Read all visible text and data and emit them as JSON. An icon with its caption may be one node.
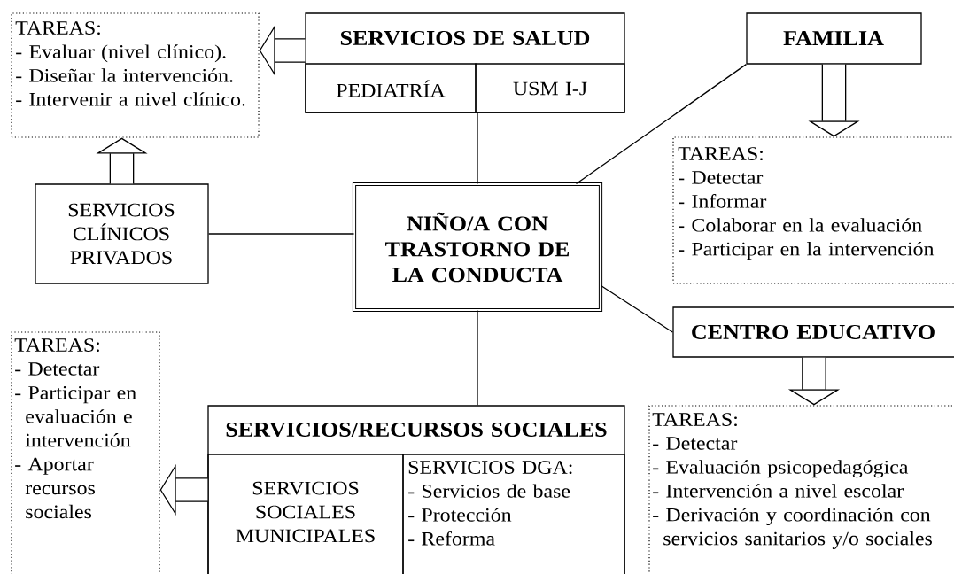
{
  "diagram": {
    "nodes": [
      {
        "text": [
          "SERVICIOS DE SALUD"
        ]
      },
      {
        "text": [
          "PEDIATRÍA"
        ],
        "in": 0
      },
      {
        "text": [
          "USM I-J"
        ],
        "in": 0
      },
      {
        "text": [
          "TAREAS:",
          "- Evaluar (nivel clínico).",
          "- Diseñar la intervención.",
          "- Intervenir a nivel clínico."
        ]
      },
      {
        "text": [
          "FAMILIA"
        ]
      },
      {
        "text": [
          "TAREAS:",
          "- Detectar",
          "- Informar",
          "- Colaborar en la evaluación",
          "- Participar en la intervención"
        ]
      },
      {
        "text": [
          "SERVICIOS CLÍNICOS PRIVADOS"
        ]
      },
      {
        "text": [
          "NIÑO/A CON TRASTORNO DE LA CONDUCTA"
        ]
      },
      {
        "text": [
          "CENTRO EDUCATIVO"
        ]
      },
      {
        "text": [
          "TAREAS:",
          "- Detectar",
          "- Evaluación psicopedagógica",
          "- Intervención a nivel escolar",
          "- Derivación y coordinación con servicios sanitarios y/o sociales"
        ]
      },
      {
        "text": [
          "TAREAS:",
          "- Detectar",
          "- Participar en evaluación e intervención",
          "- Aportar recursos sociales"
        ]
      },
      {
        "text": [
          "SERVICIOS/RECURSOS SOCIALES"
        ]
      },
      {
        "text": [
          "SERVICIOS SOCIALES MUNICIPALES"
        ],
        "in": 11
      },
      {
        "text": [
          "SERVICIOS DGA:",
          "- Servicios de base",
          "- Protección",
          "- Reforma"
        ],
        "in": 11
      }
    ],
    "edges": [
      {
        "from": 0,
        "to": 3,
        "arrow": "to",
        "style": "thick"
      },
      {
        "from": 6,
        "to": 3,
        "arrow": "to",
        "style": "thick"
      },
      {
        "from": 4,
        "to": 5,
        "arrow": "to",
        "style": "thick"
      },
      {
        "from": 8,
        "to": 9,
        "arrow": "to",
        "style": "thick"
      },
      {
        "from": 12,
        "to": 10,
        "arrow": "to",
        "style": "thick"
      },
      {
        "from": 0,
        "to": 7,
        "arrow": "none"
      },
      {
        "from": 4,
        "to": 7,
        "arrow": "none"
      },
      {
        "from": 6,
        "to": 7,
        "arrow": "none"
      },
      {
        "from": 7,
        "to": 8,
        "arrow": "none"
      },
      {
        "from": 7,
        "to": 11,
        "arrow": "none"
      }
    ]
  }
}
